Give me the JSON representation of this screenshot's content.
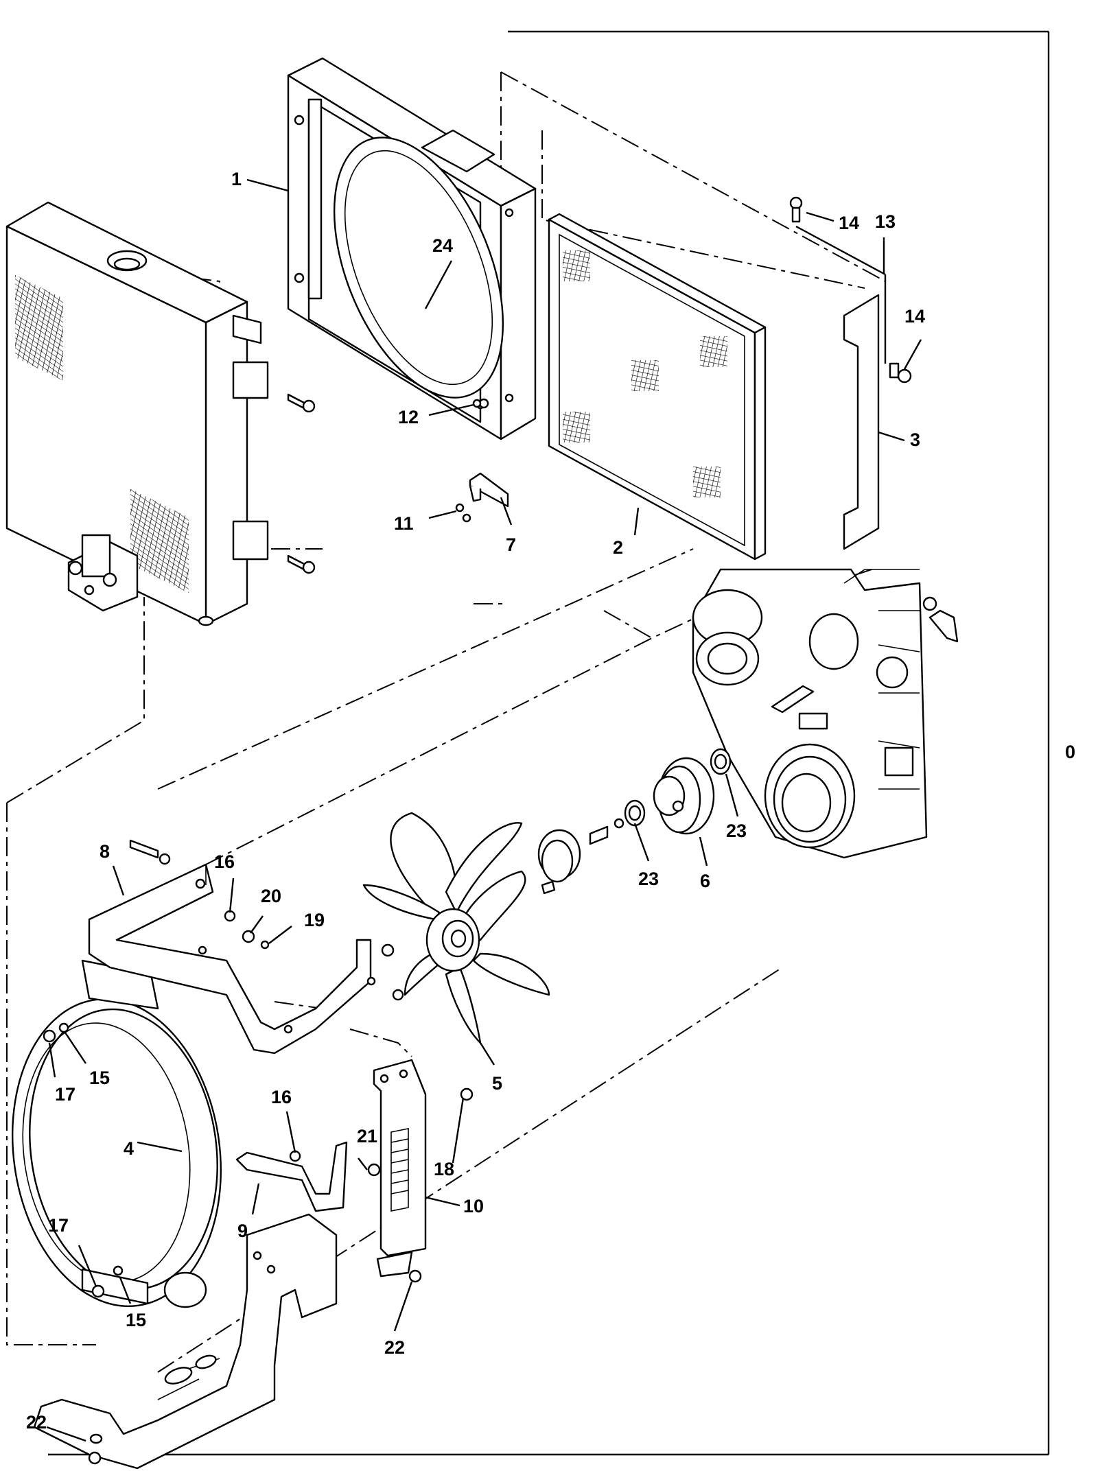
{
  "figure": {
    "section_number": "0",
    "callouts": [
      "1",
      "2",
      "3",
      "4",
      "5",
      "6",
      "7",
      "8",
      "9",
      "10",
      "11",
      "12",
      "13",
      "14",
      "15",
      "16",
      "17",
      "18",
      "19",
      "20",
      "21",
      "22",
      "23",
      "24"
    ]
  },
  "labels": {
    "c1": "1",
    "c2": "2",
    "c3": "3",
    "c4": "4",
    "c5": "5",
    "c6": "6",
    "c7": "7",
    "c8": "8",
    "c9": "9",
    "c10": "10",
    "c11": "11",
    "c12": "12",
    "c13": "13",
    "c14a": "14",
    "c14b": "14",
    "c15a": "15",
    "c15b": "15",
    "c16a": "16",
    "c16b": "16",
    "c17a": "17",
    "c17b": "17",
    "c18": "18",
    "c19": "19",
    "c20": "20",
    "c21": "21",
    "c22a": "22",
    "c22b": "22",
    "c23a": "23",
    "c23b": "23",
    "c24": "24"
  },
  "colors": {
    "line": "#000000",
    "background": "#ffffff"
  }
}
